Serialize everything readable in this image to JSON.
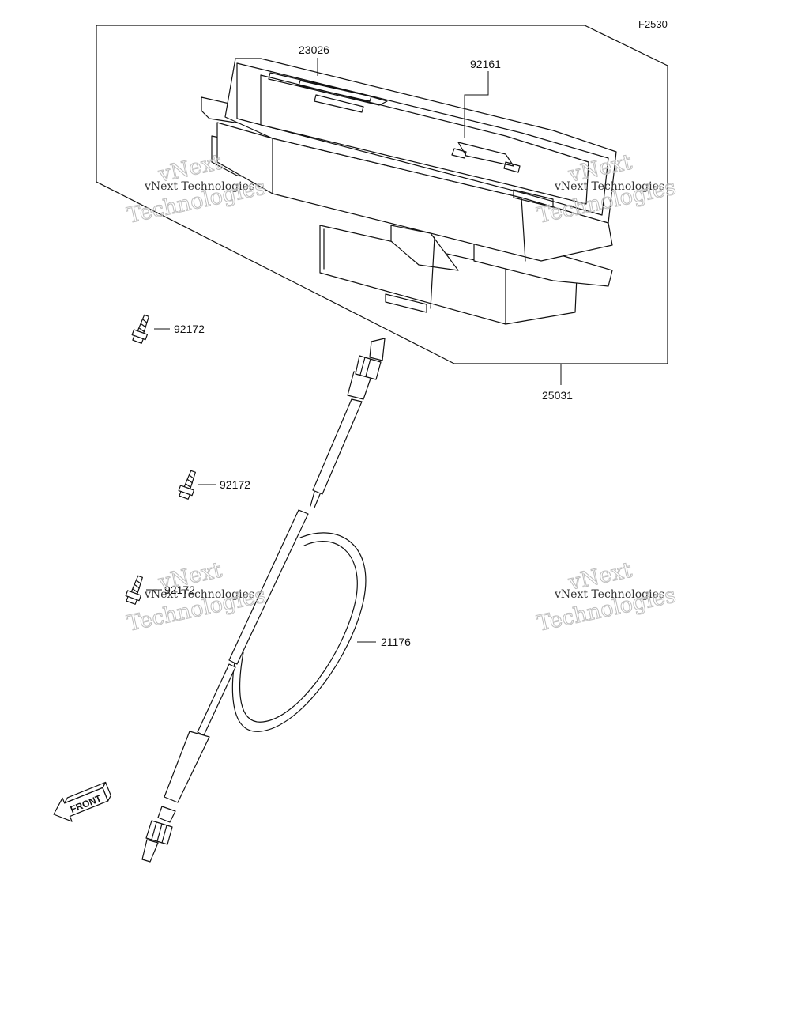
{
  "figure": {
    "number": "F2530"
  },
  "parts": [
    {
      "id": "p23026",
      "number": "23026"
    },
    {
      "id": "p92161",
      "number": "92161"
    },
    {
      "id": "p25031",
      "number": "25031"
    },
    {
      "id": "p92172a",
      "number": "92172"
    },
    {
      "id": "p92172b",
      "number": "92172"
    },
    {
      "id": "p92172c",
      "number": "92172"
    },
    {
      "id": "p21176",
      "number": "21176"
    }
  ],
  "front_arrow": {
    "label": "FRONT"
  },
  "watermarks": [
    {
      "line1": "vNext Technologies",
      "line2": "vNext",
      "line3": "Technologies"
    },
    {
      "line1": "vNext Technologies",
      "line2": "vNext",
      "line3": "Technologies"
    },
    {
      "line1": "vNext Technologies",
      "line2": "vNext",
      "line3": "Technologies"
    },
    {
      "line1": "vNext Technologies",
      "line2": "vNext",
      "line3": "Technologies"
    }
  ]
}
